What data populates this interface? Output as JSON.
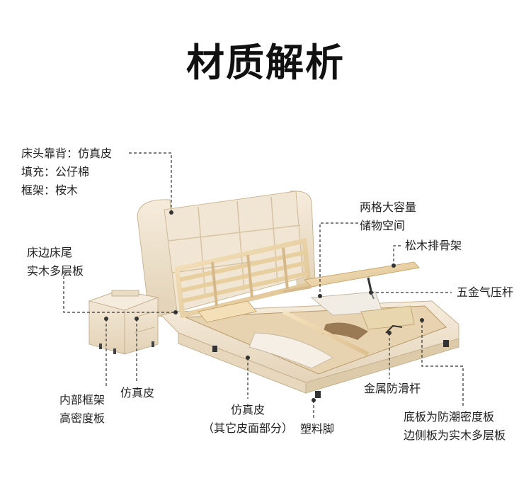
{
  "title": "材质解析",
  "labels": {
    "headboard": [
      "床头靠背：仿真皮",
      "填充：公仔棉",
      "框架：桉木"
    ],
    "side_rail": [
      "床边床尾",
      "实木多层板"
    ],
    "storage": [
      "两格大容量",
      "储物空间"
    ],
    "slats": [
      "松木排骨架"
    ],
    "gas_strut": [
      "五金气压杆"
    ],
    "nightstand_inner": [
      "内部框架",
      "高密度板"
    ],
    "nightstand_leather": [
      "仿真皮"
    ],
    "anti_slip": [
      "金属防滑杆"
    ],
    "faux_leather": [
      "仿真皮",
      "（其它皮面部分）"
    ],
    "plastic_feet": [
      "塑料脚"
    ],
    "base_board": [
      "底板为防潮密度板",
      "边侧板为实木多层板"
    ]
  },
  "colors": {
    "leather": "#efe3cf",
    "leather_shadow": "#d9c7aa",
    "wood": "#f3dfb8",
    "wood_dark": "#d8b983",
    "leader": "#333333"
  }
}
